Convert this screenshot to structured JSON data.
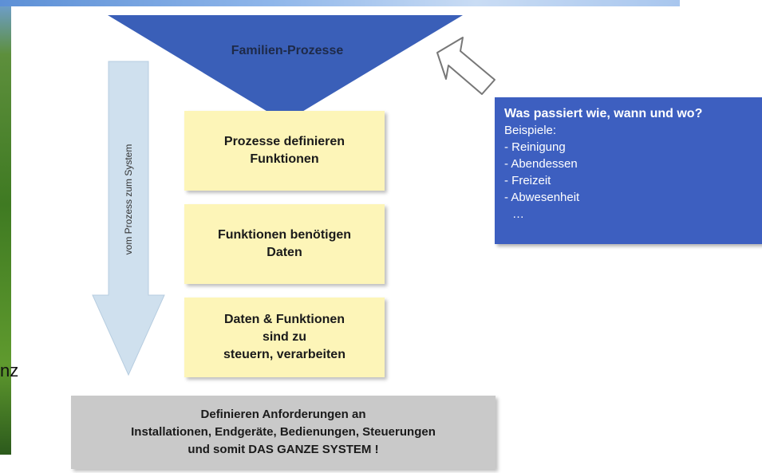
{
  "diagram": {
    "triangle_label": "Familien-Prozesse",
    "vertical_arrow_label": "vom Prozess zum System",
    "steps": [
      {
        "text": "Prozesse definieren\nFunktionen"
      },
      {
        "text": "Funktionen benötigen\nDaten"
      },
      {
        "text": "Daten & Funktionen\nsind zu\nsteuern, verarbeiten"
      }
    ],
    "result": "Definieren Anforderungen an\nInstallationen, Endgeräte, Bedienungen, Steuerungen\nund somit DAS GANZE SYSTEM !",
    "info_box": {
      "title": "Was passiert wie, wann und wo?",
      "subtitle": "Beispiele:",
      "items": [
        "- Reinigung",
        "- Abendessen",
        "- Freizeit",
        "- Abwesenheit",
        "…"
      ]
    },
    "partial_left_text": "nz"
  },
  "colors": {
    "triangle": "#3a5fb8",
    "step_boxes": "#fdf5b8",
    "result_box": "#c9c9c9",
    "info_box": "#3d5fc0",
    "vertical_arrow": "#cfe0ee"
  }
}
